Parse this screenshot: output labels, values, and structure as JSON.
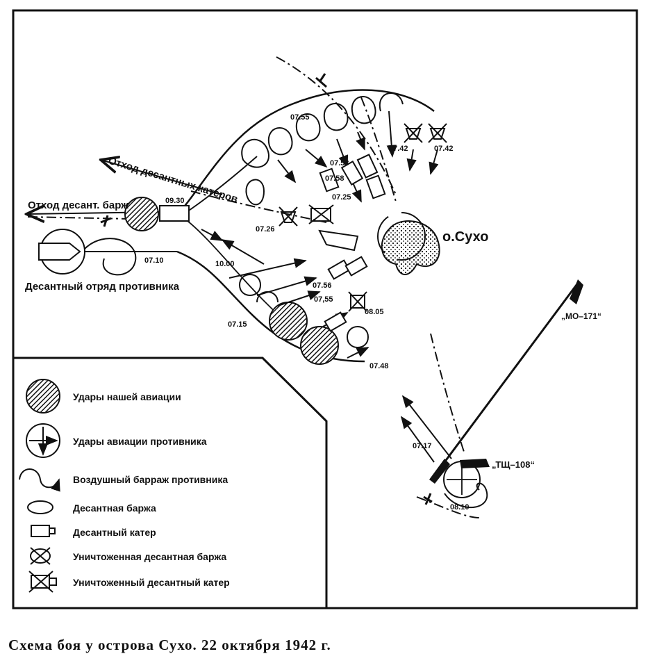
{
  "map": {
    "island_name": "о.Сухо",
    "labels": {
      "retreat_boats": "Отход десантных катеров",
      "retreat_barges": "Отход десант. барж",
      "enemy_detachment": "Десантный отряд противника",
      "ship_mo": "„МО–171“",
      "ship_tsch": "„ТЩ–108“"
    },
    "times": {
      "t0930": "09.30",
      "t0710": "07.10",
      "t1000": "10.00",
      "t0726": "07.26",
      "t0725": "07.25",
      "t0755": "07.55",
      "t0753": "07.53",
      "t0758": "07.58",
      "t0742a": "07.42",
      "t0742b": "07.42",
      "t0756": "07.56",
      "t0755b": "07,55",
      "t0805": "08.05",
      "t0715": "07.15",
      "t0748": "07.48",
      "t0717": "07.17",
      "t0810": "08.10"
    }
  },
  "legend": [
    {
      "icon": "our-air-strike-icon",
      "text": "Удары нашей авиации"
    },
    {
      "icon": "enemy-air-strike-icon",
      "text": "Удары авиации противника"
    },
    {
      "icon": "air-barrage-icon",
      "text": "Воздушный барраж противника"
    },
    {
      "icon": "landing-barge-icon",
      "text": "Десантная баржа"
    },
    {
      "icon": "landing-boat-icon",
      "text": "Десантный катер"
    },
    {
      "icon": "destroyed-barge-icon",
      "text": "Уничтоженная десантная баржа"
    },
    {
      "icon": "destroyed-boat-icon",
      "text": "Уничтоженный десантный катер"
    }
  ],
  "caption": "Схема боя у острова Сухо. 22 октября 1942 г."
}
